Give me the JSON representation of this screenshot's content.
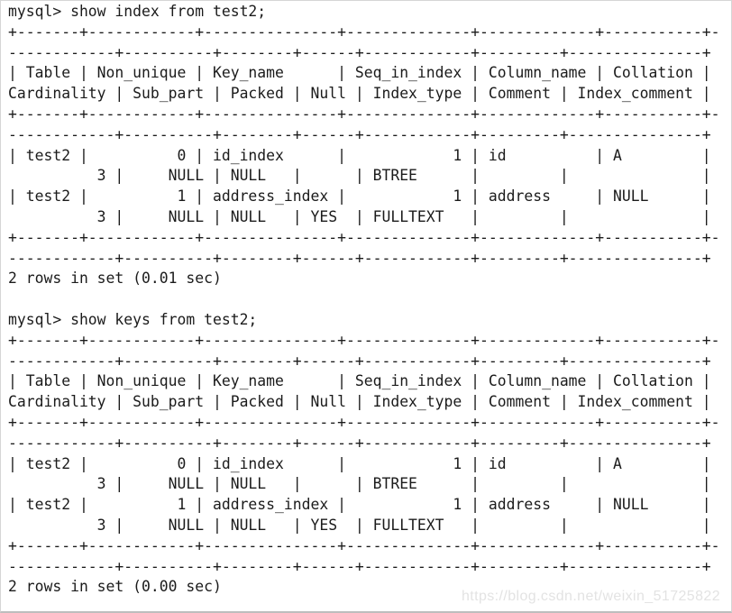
{
  "colors": {
    "background": "#ffffff",
    "text": "#1b1b1b",
    "watermark": "#e3e3e3",
    "border": "#d6d6d6"
  },
  "watermark": {
    "text": "https://blog.csdn.net/weixin_51725822"
  },
  "result_table": {
    "columns": [
      "Table",
      "Non_unique",
      "Key_name",
      "Seq_in_index",
      "Column_name",
      "Collation",
      "Cardinality",
      "Sub_part",
      "Packed",
      "Null",
      "Index_type",
      "Comment",
      "Index_comment"
    ],
    "rows": [
      [
        "test2",
        "0",
        "id_index",
        "1",
        "id",
        "A",
        "3",
        "NULL",
        "NULL",
        "",
        "BTREE",
        "",
        ""
      ],
      [
        "test2",
        "1",
        "address_index",
        "1",
        "address",
        "NULL",
        "3",
        "NULL",
        "NULL",
        "YES",
        "FULLTEXT",
        "",
        ""
      ]
    ]
  },
  "terminal": {
    "prompt": "mysql>",
    "sections": [
      {
        "command": "mysql> show index from test2;",
        "ascii_lines": [
          "+-------+------------+---------------+--------------+-------------+-----------+-",
          "------------+----------+--------+------+------------+---------+---------------+",
          "| Table | Non_unique | Key_name      | Seq_in_index | Column_name | Collation |",
          "Cardinality | Sub_part | Packed | Null | Index_type | Comment | Index_comment |",
          "+-------+------------+---------------+--------------+-------------+-----------+-",
          "------------+----------+--------+------+------------+---------+---------------+",
          "| test2 |          0 | id_index      |            1 | id          | A         |",
          "          3 |     NULL | NULL   |      | BTREE      |         |               |",
          "| test2 |          1 | address_index |            1 | address     | NULL      |",
          "          3 |     NULL | NULL   | YES  | FULLTEXT   |         |               |",
          "+-------+------------+---------------+--------------+-------------+-----------+-",
          "------------+----------+--------+------+------------+---------+---------------+"
        ],
        "status": "2 rows in set (0.01 sec)"
      },
      {
        "command": "mysql> show keys from test2;",
        "ascii_lines": [
          "+-------+------------+---------------+--------------+-------------+-----------+-",
          "------------+----------+--------+------+------------+---------+---------------+",
          "| Table | Non_unique | Key_name      | Seq_in_index | Column_name | Collation |",
          "Cardinality | Sub_part | Packed | Null | Index_type | Comment | Index_comment |",
          "+-------+------------+---------------+--------------+-------------+-----------+-",
          "------------+----------+--------+------+------------+---------+---------------+",
          "| test2 |          0 | id_index      |            1 | id          | A         |",
          "          3 |     NULL | NULL   |      | BTREE      |         |               |",
          "| test2 |          1 | address_index |            1 | address     | NULL      |",
          "          3 |     NULL | NULL   | YES  | FULLTEXT   |         |               |",
          "+-------+------------+---------------+--------------+-------------+-----------+-",
          "------------+----------+--------+------+------------+---------+---------------+"
        ],
        "status": "2 rows in set (0.00 sec)"
      }
    ]
  }
}
